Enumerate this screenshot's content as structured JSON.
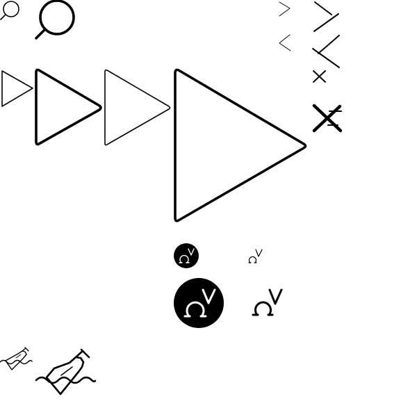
{
  "sheet": {
    "background": "#ffffff",
    "ink": "#000000"
  },
  "icons": [
    {
      "id": "magnifier-small",
      "name": "search-icon"
    },
    {
      "id": "magnifier-large",
      "name": "search-icon"
    },
    {
      "id": "chevron-right-small",
      "name": "chevron-right-icon"
    },
    {
      "id": "chevron-left-small",
      "name": "chevron-left-icon"
    },
    {
      "id": "chevron-right-large",
      "name": "chevron-right-icon"
    },
    {
      "id": "chevron-left-large",
      "name": "chevron-left-icon"
    },
    {
      "id": "close-small",
      "name": "close-icon"
    },
    {
      "id": "close-large",
      "name": "close-icon"
    },
    {
      "id": "play-tiny",
      "name": "play-icon"
    },
    {
      "id": "play-small-bold",
      "name": "play-icon"
    },
    {
      "id": "play-small-thin",
      "name": "play-icon"
    },
    {
      "id": "play-large",
      "name": "play-icon"
    },
    {
      "id": "omega-badge-small",
      "name": "omega-v-badge-icon"
    },
    {
      "id": "omega-plain-small",
      "name": "omega-v-icon"
    },
    {
      "id": "omega-badge-large",
      "name": "omega-v-badge-icon"
    },
    {
      "id": "omega-plain-large",
      "name": "omega-v-icon"
    },
    {
      "id": "bottle-waves-small",
      "name": "message-in-bottle-icon"
    },
    {
      "id": "bottle-waves-large",
      "name": "message-in-bottle-icon"
    }
  ]
}
